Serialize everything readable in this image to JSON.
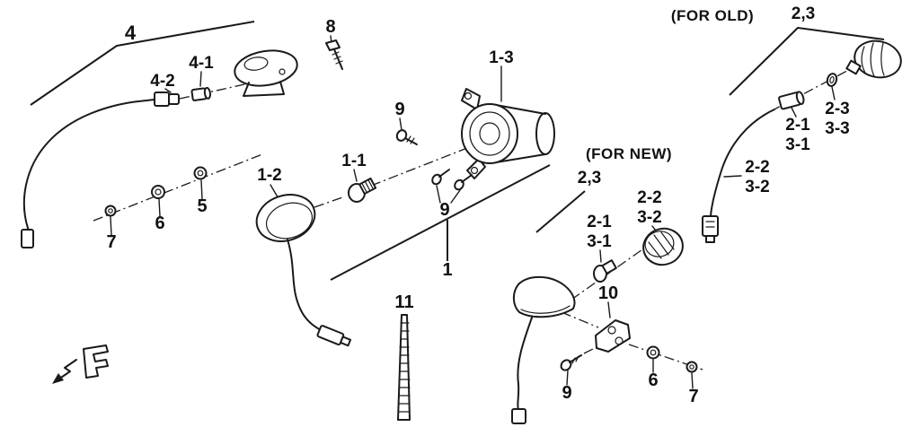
{
  "diagram": {
    "background_color": "#ffffff",
    "line_color": "#1a1a1a",
    "annotations": {
      "for_old": "(FOR OLD)",
      "for_new": "(FOR NEW)"
    },
    "callouts": {
      "c4": "4",
      "c4_1": "4-1",
      "c4_2": "4-2",
      "c8": "8",
      "c1_3": "1-3",
      "c9_a": "9",
      "c1_1": "1-1",
      "c1_2": "1-2",
      "c5": "5",
      "c6_a": "6",
      "c7_a": "7",
      "c9_b": "9",
      "c1": "1",
      "c11": "11",
      "c23_new": "2,3",
      "c2_2_new": "2-2",
      "c3_2_new": "3-2",
      "c2_1_new": "2-1",
      "c3_1_new": "3-1",
      "c10": "10",
      "c9_c": "9",
      "c6_b": "6",
      "c7_b": "7",
      "c23_old": "2,3",
      "c2_3_old": "2-3",
      "c3_3_old": "3-3",
      "c2_1_old": "2-1",
      "c3_1_old": "3-1",
      "c2_2_old": "2-2",
      "c3_2_old": "3-2"
    }
  }
}
